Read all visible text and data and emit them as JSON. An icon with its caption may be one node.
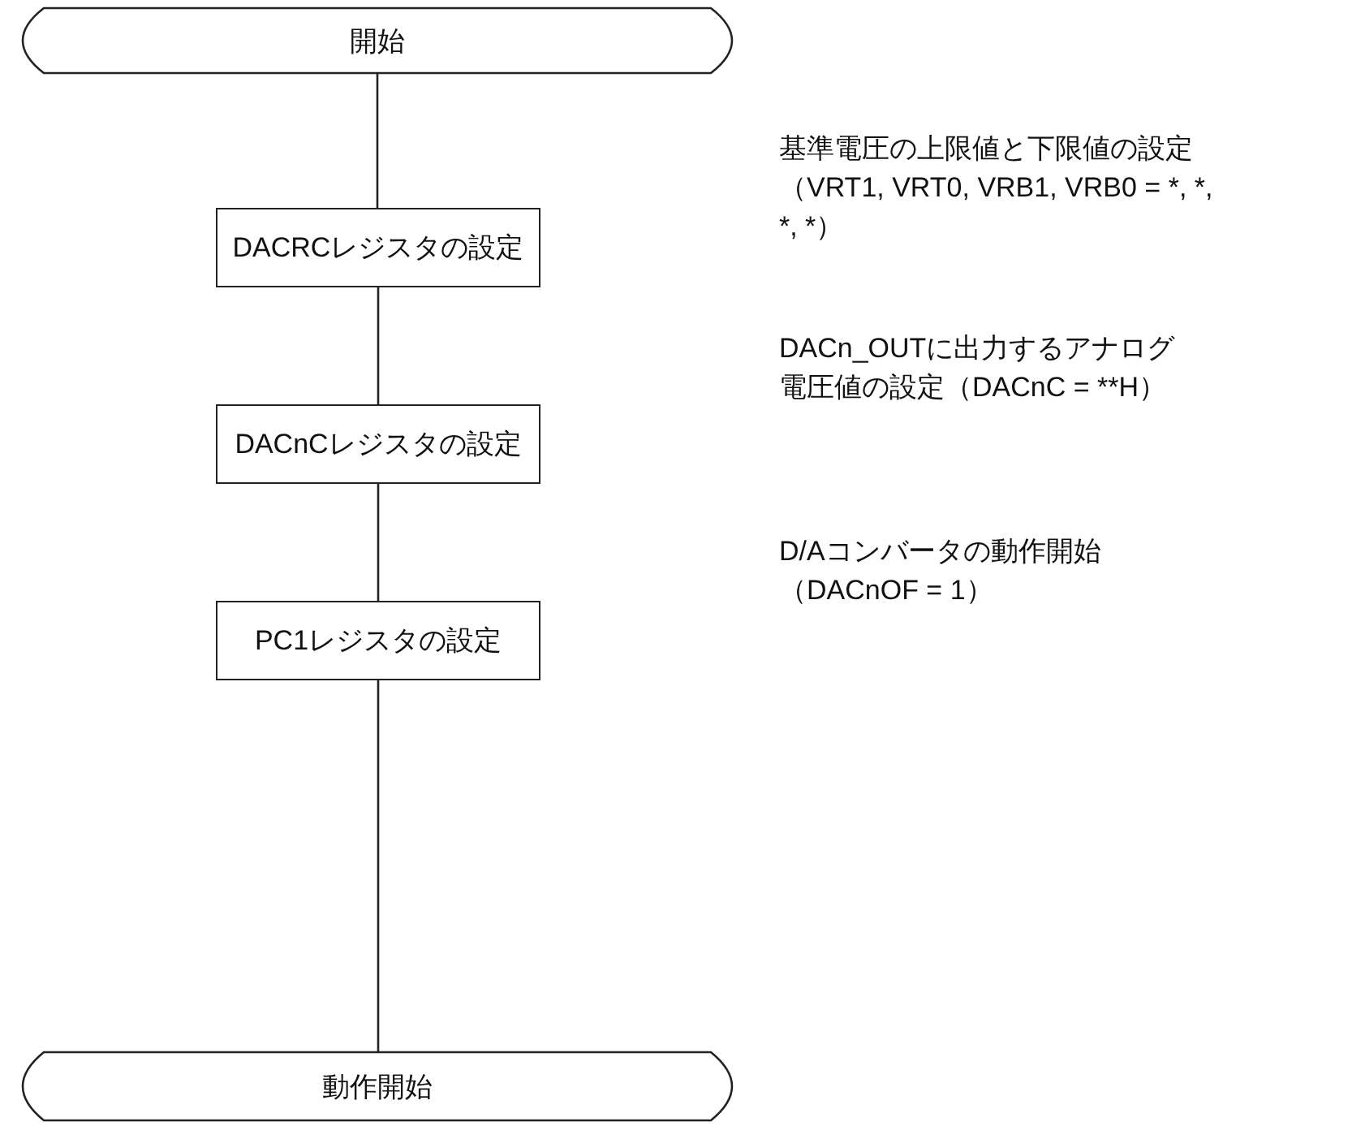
{
  "diagram": {
    "nodes": [
      {
        "text": [
          "開始"
        ]
      },
      {
        "text": [
          "DACRCレジスタの設定"
        ]
      },
      {
        "text": [
          "DACnCレジスタの設定"
        ]
      },
      {
        "text": [
          "PC1レジスタの設定"
        ]
      },
      {
        "text": [
          "動作開始"
        ]
      }
    ],
    "edges": [
      {
        "from": 0,
        "to": 1,
        "arrow": "none"
      },
      {
        "from": 1,
        "to": 2,
        "arrow": "none"
      },
      {
        "from": 2,
        "to": 3,
        "arrow": "none"
      },
      {
        "from": 3,
        "to": 4,
        "arrow": "none"
      }
    ],
    "labels": [
      "基準電圧の上限値と下限値の設定（VRT1, VRT0, VRB1, VRB0 = *, *, *, *）",
      "DACn_OUTに出力するアナログ電圧値の設定（DACnC = **H）",
      "D/Aコンバータの動作開始（DACnOF = 1）"
    ]
  }
}
